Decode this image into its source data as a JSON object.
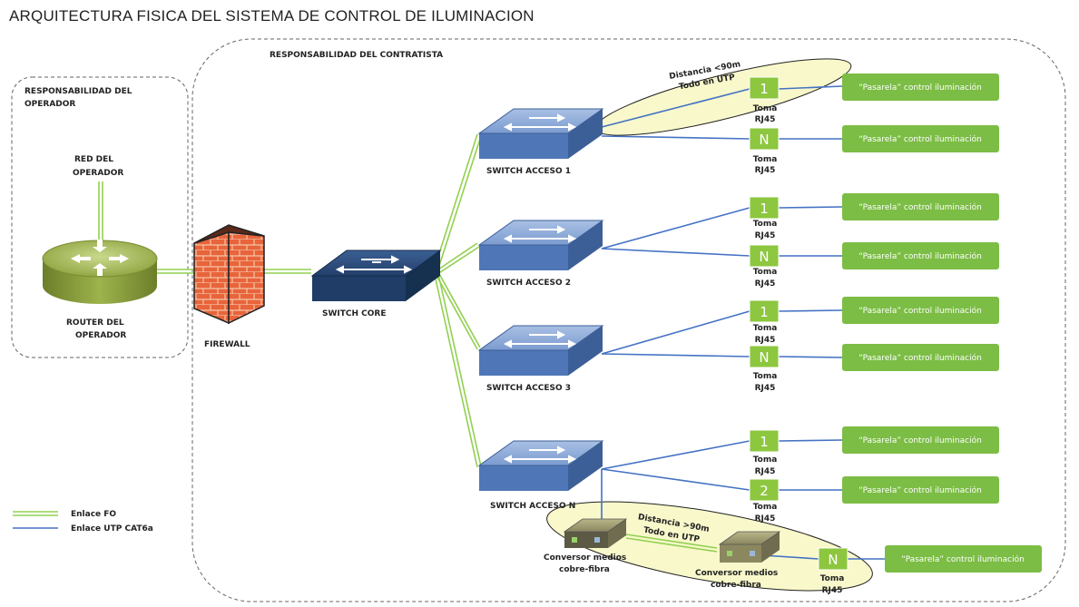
{
  "title": "ARQUITECTURA FISICA DEL SISTEMA DE CONTROL DE ILUMINACION",
  "zones": {
    "operator": [
      "RESPONSABILIDAD DEL",
      "OPERADOR"
    ],
    "contractor": "RESPONSABILIDAD DEL CONTRATISTA"
  },
  "devices": {
    "red_operador": [
      "RED DEL",
      "OPERADOR"
    ],
    "router": [
      "ROUTER DEL",
      "OPERADOR"
    ],
    "firewall": "FIREWALL",
    "switch_core": "SWITCH CORE",
    "switch_acceso_1": "SWITCH ACCESO 1",
    "switch_acceso_2": "SWITCH ACCESO 2",
    "switch_acceso_3": "SWITCH ACCESO 3",
    "switch_acceso_n": "SWITCH ACCESO N"
  },
  "outlets": {
    "toma_1": "Toma",
    "toma_2": "RJ45",
    "n1": "1",
    "nN": "N",
    "n2": "2"
  },
  "gateway_label": "“Pasarela” control iluminación",
  "annotations": {
    "short": [
      "Distancia <90m",
      "Todo en UTP"
    ],
    "long": [
      "Distancia >90m",
      "Todo en UTP"
    ]
  },
  "converter": [
    "Conversor medios",
    "cobre-fibra"
  ],
  "legend": {
    "fo": "Enlace FO",
    "utp": "Enlace UTP CAT6a"
  },
  "colors": {
    "fiber": "#92d050",
    "utp": "#4472c4",
    "outlet_green": "#8dc63f",
    "gateway_green": "#7cbd45",
    "switch_blue": "#5b84c4",
    "core_blue": "#1f3d66"
  }
}
